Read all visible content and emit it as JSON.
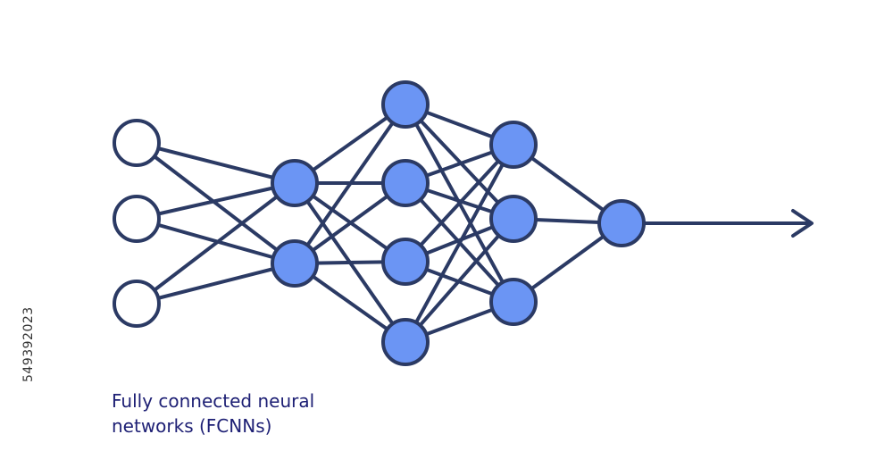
{
  "caption": {
    "line1": "Fully connected neural",
    "line2": "networks (FCNNs)"
  },
  "stock_id": "549392023",
  "colors": {
    "stroke": "#2b3a64",
    "node_fill": "#6b95f4",
    "input_fill": "#ffffff",
    "caption_text": "#1d1f74"
  },
  "network": {
    "layers": [
      {
        "name": "input-layer",
        "nodes": 3,
        "fill": "white"
      },
      {
        "name": "hidden-layer-1",
        "nodes": 2,
        "fill": "blue"
      },
      {
        "name": "hidden-layer-2",
        "nodes": 4,
        "fill": "blue"
      },
      {
        "name": "hidden-layer-3",
        "nodes": 3,
        "fill": "blue"
      },
      {
        "name": "output-layer",
        "nodes": 1,
        "fill": "blue"
      }
    ],
    "fully_connected": true,
    "output_arrow": true
  }
}
